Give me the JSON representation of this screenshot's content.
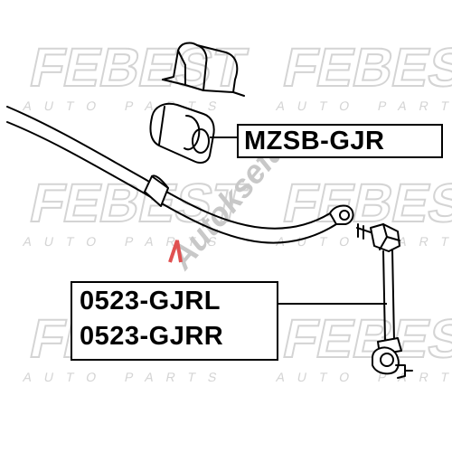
{
  "watermark": {
    "brand": "FEBEST",
    "subtitle": "AUTO PARTS",
    "overlay_logo": "Autoksefa"
  },
  "callouts": {
    "bushing": {
      "part_number": "MZSB-GJR"
    },
    "link": {
      "part_numbers": [
        "0523-GJRL",
        "0523-GJRR"
      ]
    }
  },
  "colors": {
    "line": "#000000",
    "watermark": "#d4d4d4",
    "overlay": "#c8c8c8",
    "overlay_accent": "#e05050"
  }
}
